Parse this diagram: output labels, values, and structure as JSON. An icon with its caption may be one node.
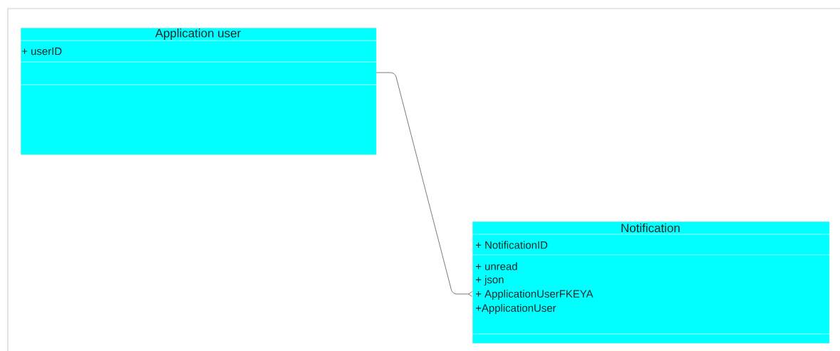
{
  "diagram": {
    "nodes": [
      {
        "text": [
          "Application user",
          "+ userID"
        ]
      },
      {
        "text": [
          "Notification",
          "+ NotificationID",
          "+ unread",
          "+ json",
          "+ ApplicationUserFKEYA",
          "+ApplicationUser"
        ]
      }
    ],
    "edges": [
      {
        "from": 0,
        "to": 1,
        "arrow": "other"
      }
    ]
  }
}
